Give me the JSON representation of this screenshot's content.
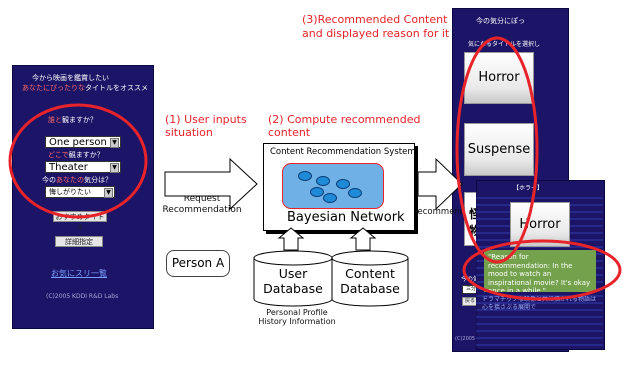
{
  "left_phone": {
    "header_line1": "今から映画を鑑賞したい",
    "header_line2_hl": "あなたにぴったりな",
    "header_line2_rest": "タイトルをオススメ",
    "q_who_hl": "誰と",
    "q_who_rest": "観ますか？",
    "who_value": "One person",
    "q_where_hl": "どこで",
    "q_where_rest": "観ますか？",
    "where_value": "Theater",
    "q_mood_pre": "今の",
    "q_mood_hl": "あなたの",
    "q_mood_rest": "気分は？",
    "mood_value": "悔しがりたい",
    "btn_recommend": "おすすめタイトル",
    "btn_detail": "詳細指定",
    "link_list": "お気にスリ一覧",
    "copyright": "(C)2005 KDDI R&D Labs"
  },
  "labels": {
    "step1_line1": "(1) User inputs",
    "step1_line2": "situation",
    "step2_line1": "(2) Compute recommended",
    "step2_line2": "content",
    "step3_line1": "(3)Recommended Content",
    "step3_line2": "and displayed reason for it",
    "request_line1": "Request",
    "request_line2": "Recommendation",
    "recommend": "Recommend",
    "person": "Person A",
    "profile_line1": "Personal Profile",
    "profile_line2": "History Information"
  },
  "system": {
    "title": "Content Recommendation System",
    "network": "Bayesian Network",
    "db_user_line1": "User",
    "db_user_line2": "Database",
    "db_content_line1": "Content",
    "db_content_line2": "Database"
  },
  "right_phone_back": {
    "top_text": "今の気分にぽっ",
    "sub_text": "気になるタイトルを選択し",
    "genre1": "Horror",
    "genre2": "Suspense",
    "genre3_line1": "怪",
    "genre3_line2": "物",
    "bottom_text": "今の気分",
    "bottom_select": "三分後に観て",
    "bottom_btn": "戻る",
    "bottom_kanji": "読",
    "copyright": "(C)2005 KD"
  },
  "right_phone_front": {
    "header": "【ホラー】",
    "genre": "Horror",
    "reason": "\"Reason for recommendation: In the mood to watch an inspirational movie? It's okay once in a while.\"",
    "bg_text": "ドラマチックな映像と共に描かれる物語は心を揺さぶる展開で"
  },
  "colors": {
    "phone_bg": "#1c1466",
    "highlight_red": "#e8232a",
    "network_blue": "#6fb1e6",
    "reason_green": "#74a24c"
  }
}
